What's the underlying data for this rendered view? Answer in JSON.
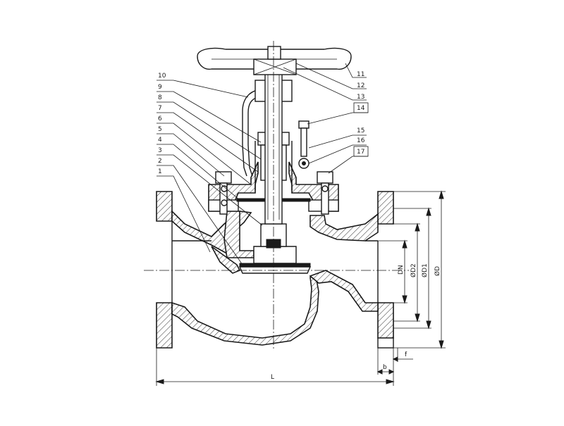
{
  "callouts": {
    "left": [
      "10",
      "9",
      "8",
      "7",
      "6",
      "5",
      "4",
      "3",
      "2",
      "1"
    ],
    "right": [
      "11",
      "12",
      "13",
      "14",
      "15",
      "16",
      "17"
    ]
  },
  "dimensions": {
    "length": "L",
    "nominal": "DN",
    "d2": "ØD2",
    "d1": "ØD1",
    "d": "ØD",
    "b": "b",
    "f": "f"
  }
}
